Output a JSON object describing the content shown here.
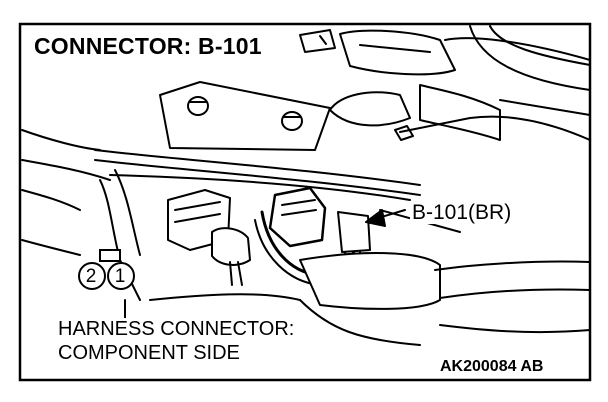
{
  "diagram": {
    "title": "CONNECTOR: B-101",
    "callout_label": "B-101(BR)",
    "caption_line1": "HARNESS CONNECTOR:",
    "caption_line2": "COMPONENT SIDE",
    "code": "AK200084 AB",
    "pins": [
      "2",
      "1"
    ]
  }
}
